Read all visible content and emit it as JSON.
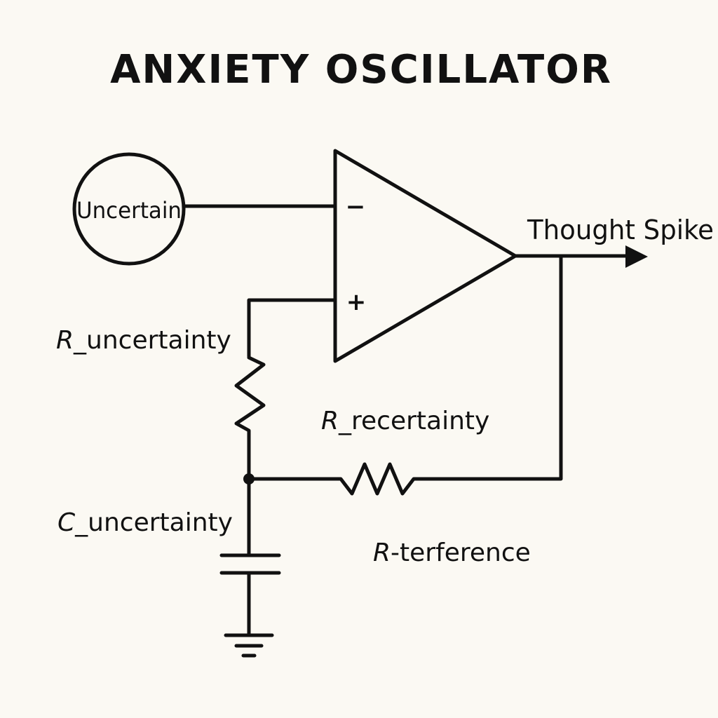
{
  "title": "ANXIETY OSCILLATOR",
  "source": {
    "label": "Uncertain"
  },
  "opamp": {
    "inverting_sign": "−",
    "noninverting_sign": "+"
  },
  "output": {
    "label": "Thought Spike"
  },
  "components": {
    "r_uncertainty": {
      "symbol": "R",
      "suffix": "_uncertainty"
    },
    "r_recertainty": {
      "symbol": "R",
      "suffix": "_recertainty"
    },
    "r_interference": {
      "symbol": "R",
      "suffix": "-terference"
    },
    "c_uncertainty": {
      "symbol": "C",
      "suffix": "_uncertainty"
    }
  },
  "colors": {
    "background": "#fbf9f3",
    "ink": "#111111"
  }
}
